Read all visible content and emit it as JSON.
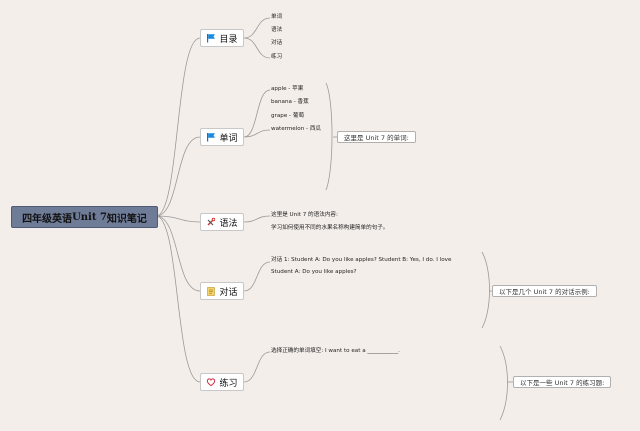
{
  "root": {
    "title_prefix": "四年级英语",
    "title_unit": " Unit 7 ",
    "title_suffix": "知识笔记"
  },
  "branches": [
    {
      "key": "mulu",
      "label": "目录",
      "icon": "flag-icon"
    },
    {
      "key": "danci",
      "label": "单词",
      "icon": "flag-icon"
    },
    {
      "key": "yufa",
      "label": "语法",
      "icon": "tools-icon"
    },
    {
      "key": "duihua",
      "label": "对话",
      "icon": "notepad-icon"
    },
    {
      "key": "lianxi",
      "label": "练习",
      "icon": "heart-icon"
    }
  ],
  "mulu_items": [
    "单词",
    "语法",
    "对话",
    "练习"
  ],
  "danci_items": [
    "apple - 苹果",
    "banana - 香蕉",
    "grape - 葡萄",
    "watermelon - 西瓜"
  ],
  "danci_note": "这里是 Unit 7 的单词:",
  "yufa_items": [
    "这里是 Unit 7 的语法内容:",
    "学习如何使用不同的水果名称构建简单的句子。"
  ],
  "duihua_items": [
    "对话 1: Student A: Do you like apples? Student B: Yes, I do. I love",
    "Student A: Do you like apples?"
  ],
  "duihua_note": "以下是几个 Unit 7 的对话示例:",
  "lianxi_items": [
    "选择正确的单词填空: I want to eat a ___________."
  ],
  "lianxi_note": "以下是一些 Unit 7 的练习题:",
  "colors": {
    "background": "#f4eeea",
    "root_fill": "#6f7c98",
    "connector": "#9a9a9a"
  }
}
